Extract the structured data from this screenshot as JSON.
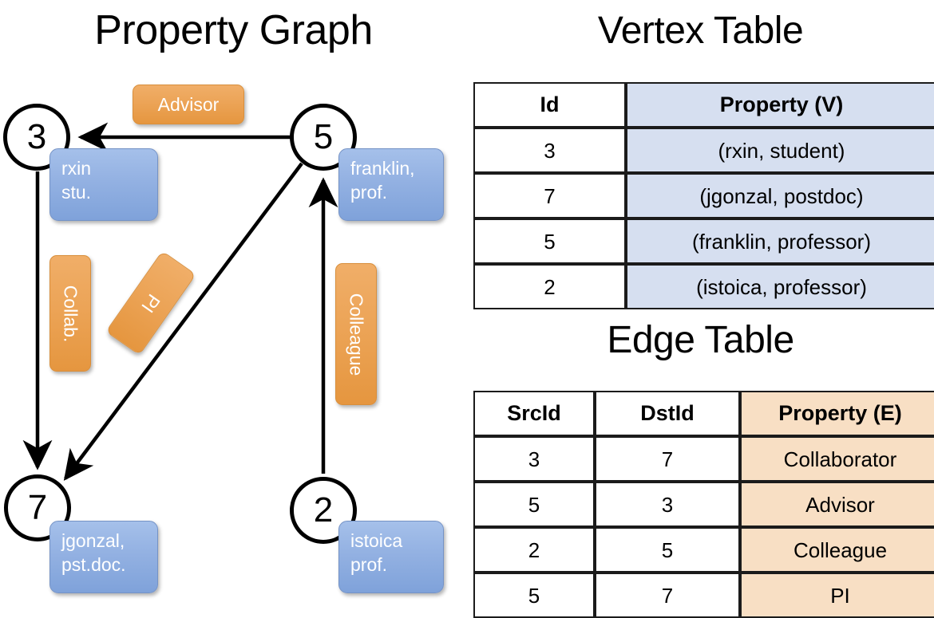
{
  "titles": {
    "property_graph": "Property Graph",
    "vertex_table": "Vertex Table",
    "edge_table": "Edge Table"
  },
  "colors": {
    "vertex_cell": "#d6dff0",
    "edge_cell": "#f8dfc4",
    "node_box_blue": "#93b1e2",
    "edge_label_orange": "#eca457",
    "stroke": "#000000"
  },
  "graph": {
    "nodes": [
      {
        "id": "3",
        "property_lines": [
          "rxin",
          "stu."
        ]
      },
      {
        "id": "5",
        "property_lines": [
          "franklin,",
          "prof."
        ]
      },
      {
        "id": "7",
        "property_lines": [
          "jgonzal,",
          "pst.doc."
        ]
      },
      {
        "id": "2",
        "property_lines": [
          "istoica",
          "prof."
        ]
      }
    ],
    "edge_labels": [
      {
        "name": "advisor",
        "text": "Advisor",
        "orientation": "horizontal"
      },
      {
        "name": "collab",
        "text": "Collab.",
        "orientation": "vertical"
      },
      {
        "name": "pi",
        "text": "PI",
        "orientation": "vertical-tilted"
      },
      {
        "name": "colleague",
        "text": "Colleague",
        "orientation": "vertical"
      }
    ],
    "edges": [
      {
        "from": "5",
        "to": "3",
        "label": "Advisor"
      },
      {
        "from": "3",
        "to": "7",
        "label": "Collab."
      },
      {
        "from": "5",
        "to": "7",
        "label": "PI"
      },
      {
        "from": "2",
        "to": "5",
        "label": "Colleague"
      }
    ]
  },
  "vertex_table": {
    "headers": [
      "Id",
      "Property (V)"
    ],
    "rows": [
      {
        "id": "3",
        "property": "(rxin, student)"
      },
      {
        "id": "7",
        "property": "(jgonzal, postdoc)"
      },
      {
        "id": "5",
        "property": "(franklin, professor)"
      },
      {
        "id": "2",
        "property": "(istoica, professor)"
      }
    ]
  },
  "edge_table": {
    "headers": [
      "SrcId",
      "DstId",
      "Property (E)"
    ],
    "rows": [
      {
        "src": "3",
        "dst": "7",
        "property": "Collaborator"
      },
      {
        "src": "5",
        "dst": "3",
        "property": "Advisor"
      },
      {
        "src": "2",
        "dst": "5",
        "property": "Colleague"
      },
      {
        "src": "5",
        "dst": "7",
        "property": "PI"
      }
    ]
  }
}
